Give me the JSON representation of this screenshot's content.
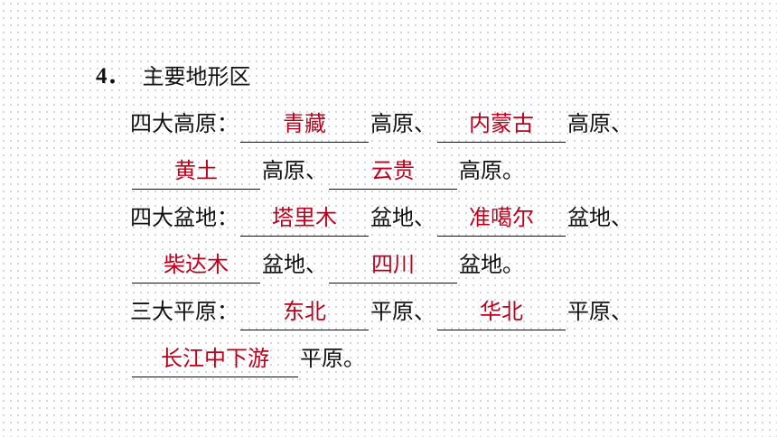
{
  "heading": {
    "number": "4．",
    "title": "主要地形区"
  },
  "plateaus": {
    "label": "四大高原：",
    "answers": [
      "青藏",
      "内蒙古",
      "黄土",
      "云贵"
    ],
    "suffix": "高原、",
    "end_suffix": "高原。"
  },
  "basins": {
    "label": "四大盆地：",
    "answers": [
      "塔里木",
      "准噶尔",
      "柴达木",
      "四川"
    ],
    "suffix": "盆地、",
    "end_suffix": "盆地。"
  },
  "plains": {
    "label": "三大平原：",
    "answers": [
      "东北",
      "华北",
      "长江中下游"
    ],
    "suffix": "平原、",
    "end_suffix": "平原。"
  },
  "colors": {
    "answer": "#c0001a",
    "text": "#111111"
  }
}
